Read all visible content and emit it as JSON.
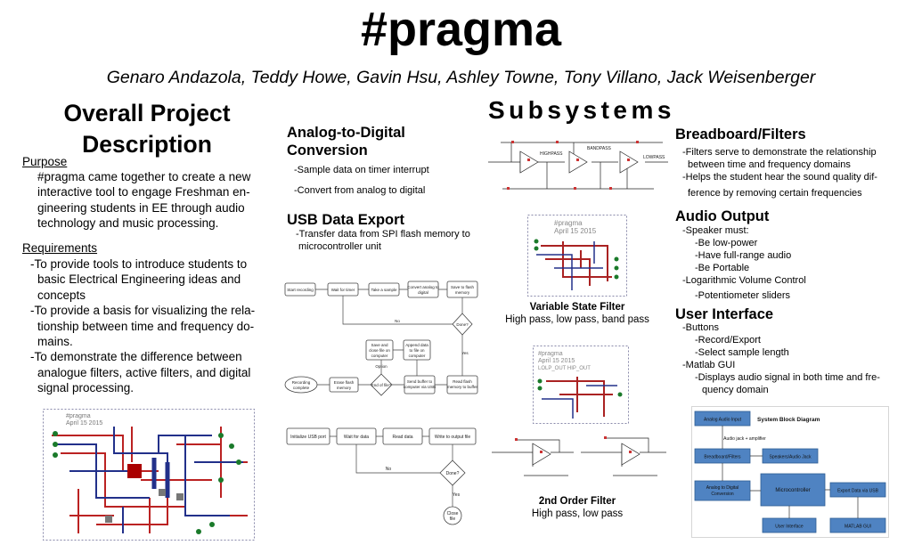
{
  "title": "#pragma",
  "authors": "Genaro Andazola, Teddy Howe, Gavin Hsu, Ashley Towne, Tony Villano, Jack Weisenberger",
  "overall": {
    "heading_line1": "Overall Project",
    "heading_line2": "Description",
    "purpose_label": "Purpose",
    "purpose_lines": [
      "#pragma came together to create a new",
      "interactive tool to engage Freshman en-",
      "gineering students in EE through audio",
      "technology and music processing."
    ],
    "requirements_label": "Requirements",
    "requirements_lines": [
      "-To provide tools to introduce students to",
      "basic Electrical Engineering ideas and",
      "concepts",
      "-To provide a basis for visualizing the rela-",
      "tionship between time and frequency do-",
      "mains.",
      "-To demonstrate the difference between",
      "analogue filters, active filters, and digital",
      "signal processing."
    ],
    "pcb_lines": [
      "#pragma",
      "April 15 2015"
    ]
  },
  "adc": {
    "heading_line1": "Analog-to-Digital",
    "heading_line2": "Conversion",
    "bullet1": "-Sample data on timer interrupt",
    "bullet2": "-Convert from analog to digital"
  },
  "usb": {
    "heading": "USB Data Export",
    "desc_line1": "-Transfer data from SPI flash memory to",
    "desc_line2": "microcontroller unit"
  },
  "flow1": {
    "start": "Start recording",
    "wait": "Wait for timer",
    "sample": "Take a sample",
    "convert": [
      "Convert analog to",
      "digital"
    ],
    "save": [
      "Save to flash",
      "memory"
    ],
    "done": "Done?",
    "no": "No",
    "yes": "Yes",
    "save_close": [
      "Save and",
      "close file on",
      "computer"
    ],
    "append": [
      "Append data",
      "to file on",
      "computer"
    ],
    "option": "Option",
    "end_of_file": "End of file?",
    "send_buffer": [
      "Send buffer to",
      "computer via USB"
    ],
    "read_flash": [
      "Read flash",
      "memory to buffer"
    ],
    "erase": [
      "Erase flash",
      "memory"
    ],
    "complete": [
      "Recording",
      "complete"
    ]
  },
  "flow2": {
    "init": "Initialize USB port",
    "wait": "Wait for data",
    "read": "Read data",
    "write": "Write to output file",
    "done": "Done?",
    "no": "No",
    "yes": "Yes",
    "close": [
      "Close",
      "file"
    ]
  },
  "subsystems": {
    "heading": "Subsystems",
    "vsf_caption_title": "Variable State Filter",
    "vsf_caption_sub": "High pass, low pass, band pass",
    "vsf_board_lines": [
      "#pragma",
      "April 15 2015"
    ],
    "so_board_lines": [
      "#pragma",
      "April 15 2015",
      "LOLP_OUT HIP_OUT"
    ],
    "sof_caption_title": "2nd Order Filter",
    "sof_caption_sub": "High pass, low pass",
    "schem_labels": [
      "HIGHPASS",
      "BANDPASS",
      "LOWPASS"
    ]
  },
  "breadboard": {
    "heading": "Breadboard/Filters",
    "lines": [
      "-Filters serve to demonstrate the relationship",
      "between time and frequency domains",
      "-Helps the student hear the sound quality dif-",
      "ference by removing certain frequencies"
    ]
  },
  "audio": {
    "heading": "Audio Output",
    "lines": [
      "-Speaker must:",
      "-Be low-power",
      "-Have full-range audio",
      "-Be Portable",
      "-Logarithmic Volume Control",
      "-Potentiometer sliders"
    ]
  },
  "ui": {
    "heading": "User Interface",
    "lines": [
      "-Buttons",
      "-Record/Export",
      "-Select sample length",
      "-Matlab GUI",
      "-Displays audio signal in both time and fre-",
      "quency domain"
    ]
  },
  "block": {
    "title": "System Block Diagram",
    "audio_input": "Analog Audio Input",
    "jack_label": "Audio jack + amplifier",
    "breadboard": "Breadboard/Filters",
    "speakers": "Speakers/Audio Jack",
    "adc": [
      "Analog to Digital",
      "Conversion"
    ],
    "mcu": "Microcontroller",
    "export": "Export Data via USB",
    "ui": "User Interface",
    "matlab": "MATLAB GUI"
  }
}
